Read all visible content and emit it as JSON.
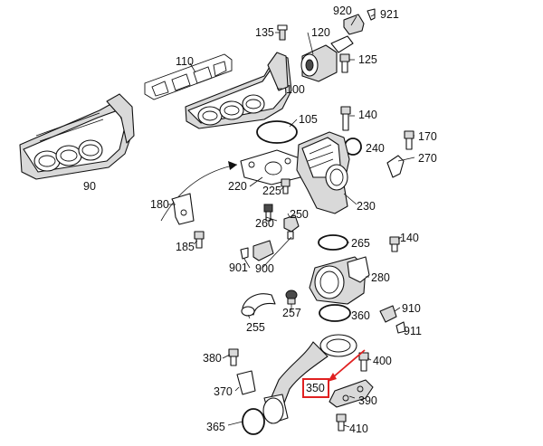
{
  "parts": [
    {
      "id": "p920",
      "label": "920"
    },
    {
      "id": "p921",
      "label": "921"
    },
    {
      "id": "p135",
      "label": "135"
    },
    {
      "id": "p120",
      "label": "120"
    },
    {
      "id": "p125",
      "label": "125"
    },
    {
      "id": "p110",
      "label": "110"
    },
    {
      "id": "p100",
      "label": "100"
    },
    {
      "id": "p105",
      "label": "105"
    },
    {
      "id": "p140a",
      "label": "140"
    },
    {
      "id": "p170",
      "label": "170"
    },
    {
      "id": "p240",
      "label": "240"
    },
    {
      "id": "p270",
      "label": "270"
    },
    {
      "id": "p90",
      "label": "90"
    },
    {
      "id": "p220",
      "label": "220"
    },
    {
      "id": "p225",
      "label": "225"
    },
    {
      "id": "p230",
      "label": "230"
    },
    {
      "id": "p180",
      "label": "180"
    },
    {
      "id": "p260",
      "label": "260"
    },
    {
      "id": "p250",
      "label": "250"
    },
    {
      "id": "p185",
      "label": "185"
    },
    {
      "id": "p265",
      "label": "265"
    },
    {
      "id": "p140b",
      "label": "140"
    },
    {
      "id": "p901",
      "label": "901"
    },
    {
      "id": "p900",
      "label": "900"
    },
    {
      "id": "p280",
      "label": "280"
    },
    {
      "id": "p910",
      "label": "910"
    },
    {
      "id": "p255",
      "label": "255"
    },
    {
      "id": "p257",
      "label": "257"
    },
    {
      "id": "p360",
      "label": "360"
    },
    {
      "id": "p911",
      "label": "911"
    },
    {
      "id": "p380",
      "label": "380"
    },
    {
      "id": "p400",
      "label": "400"
    },
    {
      "id": "p350",
      "label": "350"
    },
    {
      "id": "p370",
      "label": "370"
    },
    {
      "id": "p390",
      "label": "390"
    },
    {
      "id": "p365",
      "label": "365"
    },
    {
      "id": "p410",
      "label": "410"
    }
  ],
  "highlight": {
    "part": "350",
    "box_color": "#e02020",
    "arrow_color": "#e02020"
  }
}
